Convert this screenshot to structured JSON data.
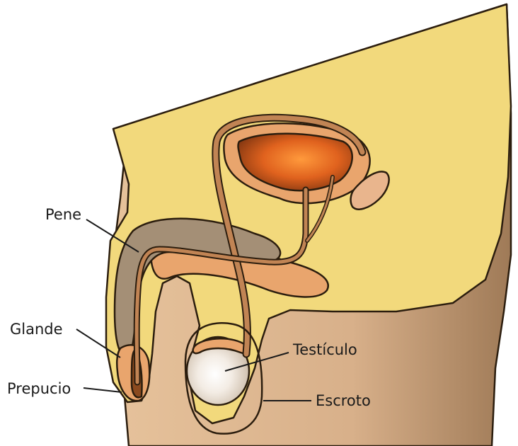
{
  "diagram": {
    "labels": {
      "pene": "Pene",
      "glande": "Glande",
      "prepucio": "Prepucio",
      "testiculo": "Testículo",
      "escroto": "Escroto"
    },
    "colors": {
      "body_skin": "#d9b38c",
      "pelvis_yellow": "#f2d97c",
      "tissue_tan": "#e9a56d",
      "penis_gray": "#a48f76",
      "duct_brown": "#c18454",
      "bladder_orange": "#e0621e",
      "outline": "#2b1d0e"
    }
  }
}
